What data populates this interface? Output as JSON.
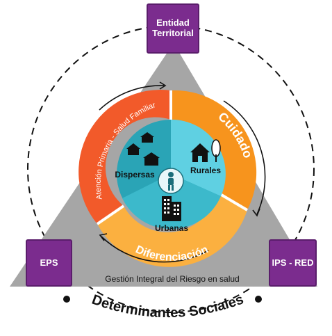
{
  "nodes": {
    "top": {
      "line1": "Entidad",
      "line2": "Territorial"
    },
    "left": "EPS",
    "right": "IPS - RED"
  },
  "center": {
    "dispersas": "Dispersas",
    "rurales": "Rurales",
    "urbanas": "Urbanas"
  },
  "ring": {
    "left": "Atención Primaria - Salud Familiar",
    "right": "Cuidado",
    "bottom": "Diferenciación"
  },
  "triangle_base": "Gestión Integral del Riesgo en salud",
  "outer_label": "Determinantes Sociales",
  "colors": {
    "purple": "#7b2c8e",
    "triangle": "#a6a6a6",
    "ring_left": "#f25a2a",
    "ring_right": "#f7941d",
    "ring_bottom": "#fbb040",
    "center_dark": "#2aa4b6",
    "center_light": "#5fd0e2"
  }
}
